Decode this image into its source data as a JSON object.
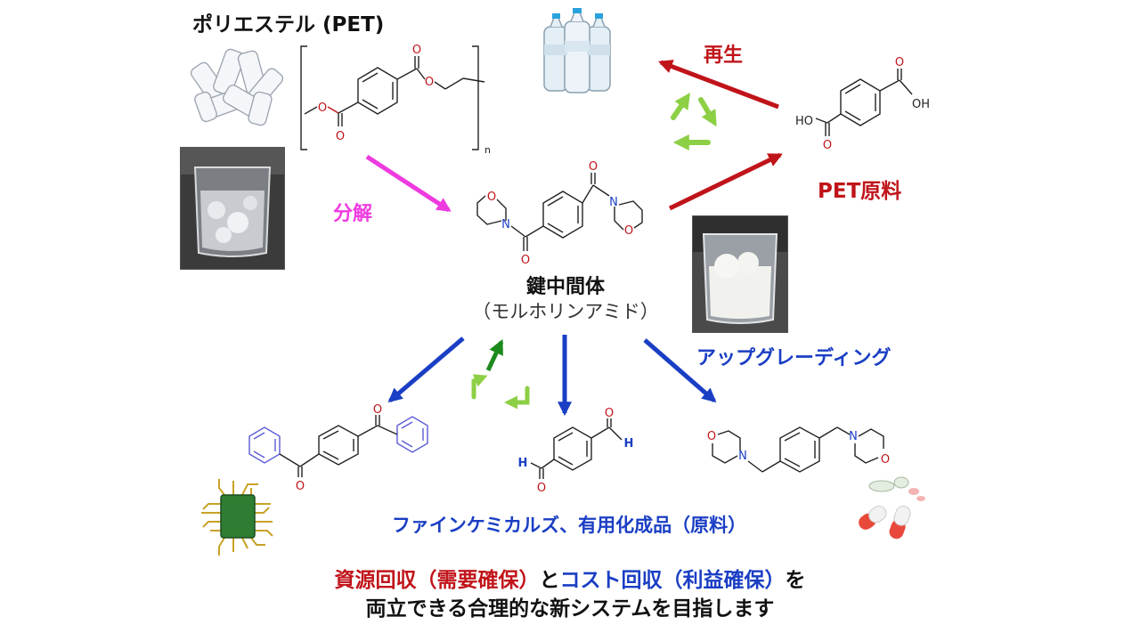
{
  "title": "ポリエステル (PET)",
  "polymer_subscript": "n",
  "decompose_label": "分解",
  "regen_label": "再生",
  "pet_raw_label": "PET原料",
  "intermediate_title": "鍵中間体",
  "intermediate_sub": "（モルホリンアミド）",
  "upgrading_label": "アップグレーディング",
  "products_label": "ファインケミカルズ、有用化成品（原料）",
  "atoms": {
    "oxygen": "O",
    "nitrogen": "N",
    "hydrogen": "H",
    "hydroxyl_left": "HO",
    "hydroxyl_right": "OH"
  },
  "bottom": {
    "resource": "資源回収（需要確保）",
    "and": "と",
    "cost": "コスト回収（利益確保）",
    "wo": "を",
    "line2": "両立できる合理的な新システムを目指します"
  },
  "colors": {
    "red": "#c0141a",
    "blue": "#1a3ec4",
    "magenta": "#ee3be0",
    "green": "#8dcf45",
    "dark_green": "#1d8a1d",
    "chip_green": "#2e7d32",
    "chip_gold": "#c9a227"
  },
  "icons": [
    "pet-bottles-pile-icon",
    "water-bottles-icon",
    "recycle-icon",
    "microchip-icon",
    "pills-icon"
  ]
}
